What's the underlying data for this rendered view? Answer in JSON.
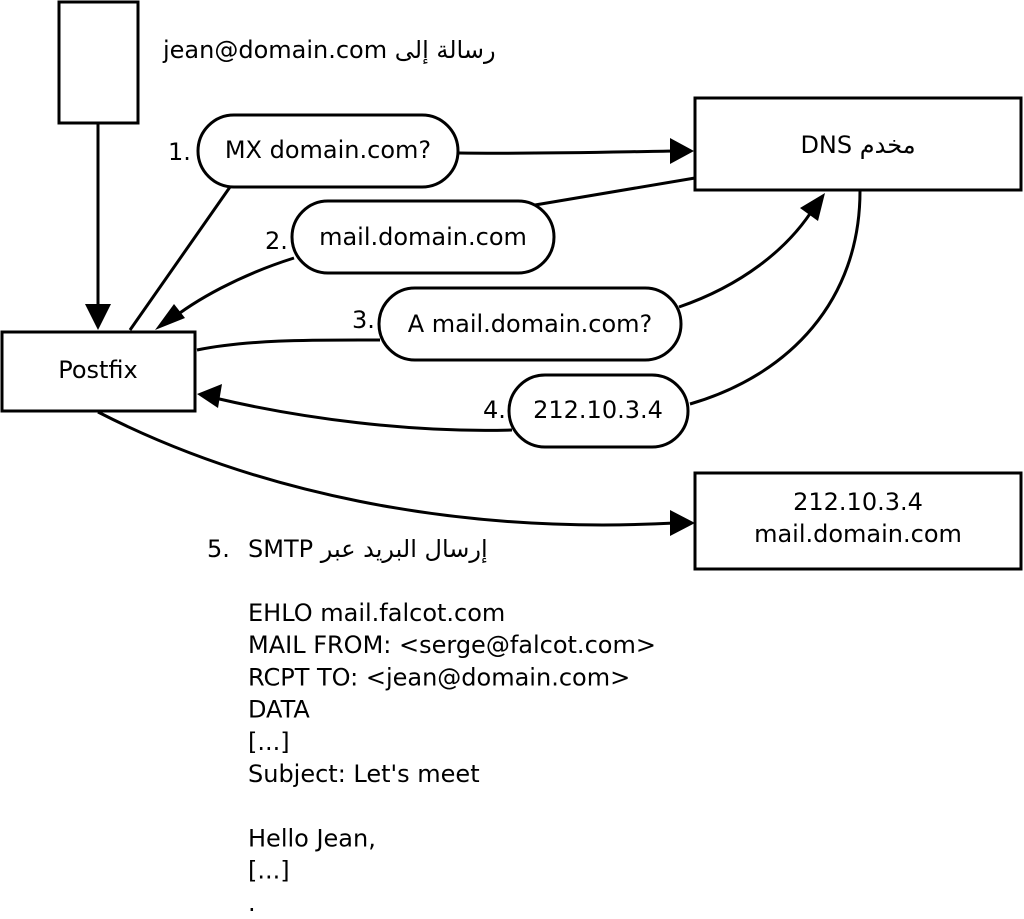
{
  "message_label": "jean@domain.com رسالة إلى",
  "nodes": {
    "dns": "مخدم DNS",
    "postfix": "Postfix",
    "target_ip": "212.10.3.4",
    "target_host": "mail.domain.com"
  },
  "steps": [
    {
      "num": "1.",
      "text": "MX domain.com?"
    },
    {
      "num": "2.",
      "text": "mail.domain.com"
    },
    {
      "num": "3.",
      "text": "A mail.domain.com?"
    },
    {
      "num": "4.",
      "text": "212.10.3.4"
    }
  ],
  "smtp": {
    "num": "5.",
    "title": "إرسال البريد عبر SMTP",
    "lines": [
      "EHLO mail.falcot.com",
      "MAIL FROM: <serge@falcot.com>",
      "RCPT TO: <jean@domain.com>",
      "DATA",
      "[...]",
      "Subject: Let's meet",
      "",
      "Hello Jean,",
      "[...]",
      "."
    ]
  }
}
